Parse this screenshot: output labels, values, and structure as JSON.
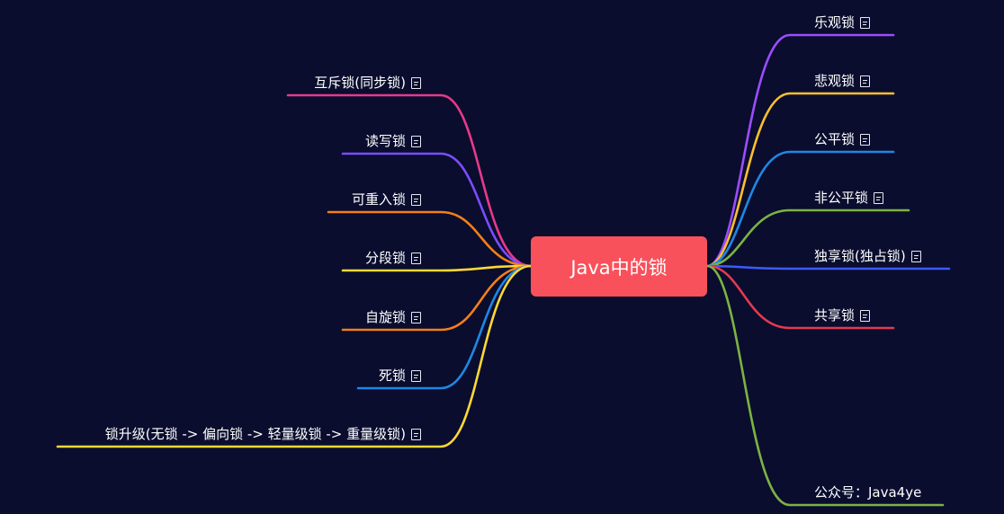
{
  "root": {
    "label": "Java中的锁"
  },
  "left_branches": [
    {
      "label": "互斥锁(同步锁)",
      "color": "#e8398a",
      "has_note": true
    },
    {
      "label": "读写锁",
      "color": "#7c4dff",
      "has_note": true
    },
    {
      "label": "可重入锁",
      "color": "#f57f17",
      "has_note": true
    },
    {
      "label": "分段锁",
      "color": "#fdd835",
      "has_note": true
    },
    {
      "label": "自旋锁",
      "color": "#f57f17",
      "has_note": true
    },
    {
      "label": "死锁",
      "color": "#1e88e5",
      "has_note": true
    },
    {
      "label": "锁升级(无锁 -> 偏向锁 -> 轻量级锁 -> 重量级锁)",
      "color": "#fdd835",
      "has_note": true
    }
  ],
  "right_branches": [
    {
      "label": "乐观锁",
      "color": "#9c4dff",
      "has_note": true
    },
    {
      "label": "悲观锁",
      "color": "#fbc02d",
      "has_note": true
    },
    {
      "label": "公平锁",
      "color": "#1e88e5",
      "has_note": true
    },
    {
      "label": "非公平锁",
      "color": "#7cb342",
      "has_note": true
    },
    {
      "label": "独享锁(独占锁)",
      "color": "#3d5afe",
      "has_note": true
    },
    {
      "label": "共享锁",
      "color": "#e53950",
      "has_note": true
    },
    {
      "label": "公众号：Java4ye",
      "color": "#7cb342",
      "has_note": false
    }
  ],
  "icons": {
    "note": "note-icon"
  }
}
